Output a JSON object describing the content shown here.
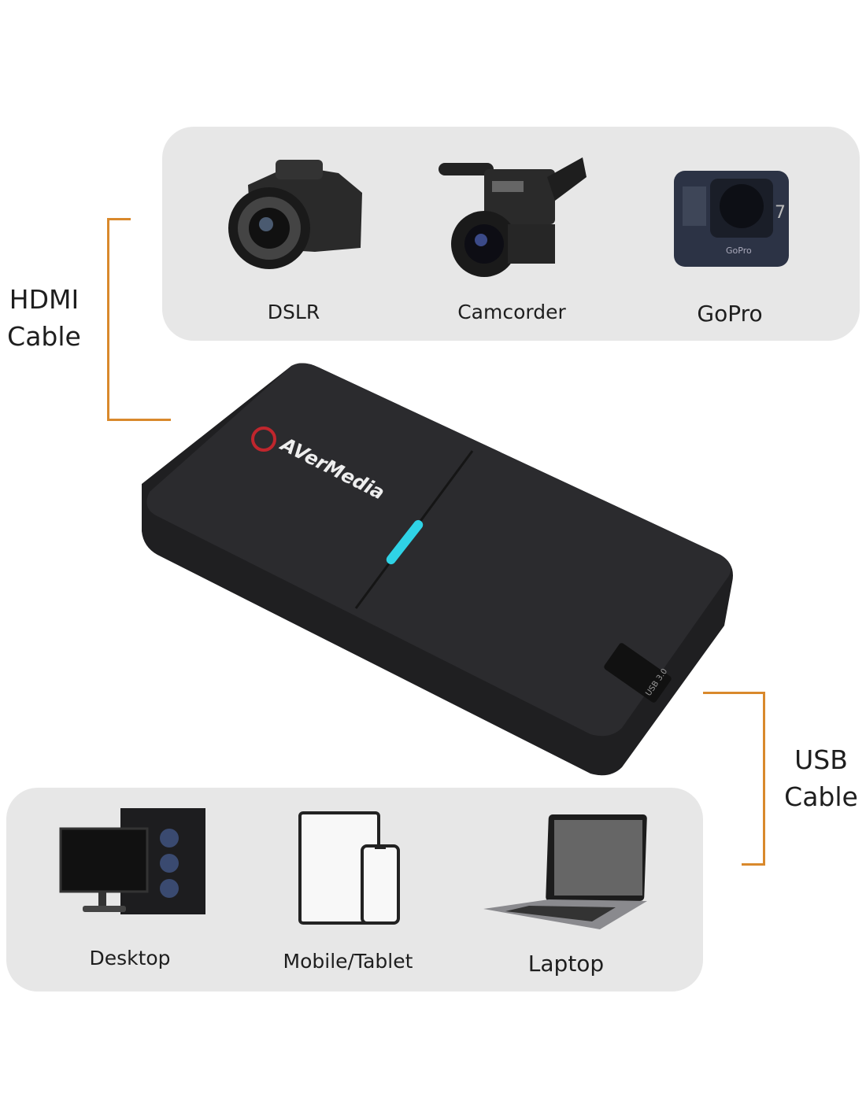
{
  "connections": {
    "input": {
      "label_line1": "HDMI",
      "label_line2": "Cable"
    },
    "output": {
      "label_line1": "USB",
      "label_line2": "Cable"
    }
  },
  "sources": [
    {
      "label": "DSLR",
      "icon": "dslr-camera-icon"
    },
    {
      "label": "Camcorder",
      "icon": "camcorder-icon"
    },
    {
      "label": "GoPro",
      "icon": "action-camera-icon"
    }
  ],
  "targets": [
    {
      "label": "Desktop",
      "icon": "desktop-pc-icon"
    },
    {
      "label": "Mobile/Tablet",
      "icon": "tablet-phone-icon"
    },
    {
      "label": "Laptop",
      "icon": "laptop-icon"
    }
  ],
  "device": {
    "brand": "AVerMedia",
    "port_label": "USB 3.0",
    "led_color": "#2fd3e6"
  },
  "colors": {
    "accent": "#d9892c",
    "panel": "#e7e7e7"
  }
}
